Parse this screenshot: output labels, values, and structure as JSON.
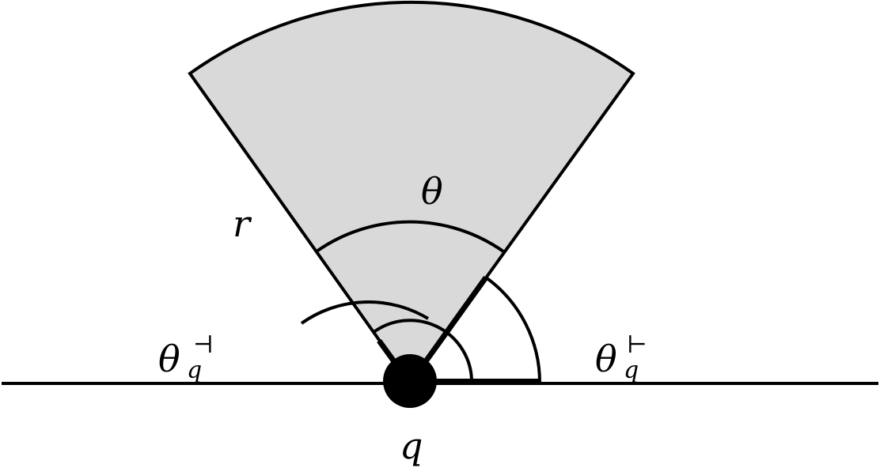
{
  "diagram": {
    "labels": {
      "theta": "θ",
      "radius": "r",
      "point": "q",
      "theta_left": {
        "base": "θ",
        "subscript": "q",
        "superscript": "⊣"
      },
      "theta_right": {
        "base": "θ",
        "subscript": "q",
        "superscript": "⊢"
      }
    },
    "colors": {
      "sector_fill": "#d9d9d9",
      "stroke": "#000000",
      "point": "#000000",
      "background": "#ffffff"
    }
  }
}
